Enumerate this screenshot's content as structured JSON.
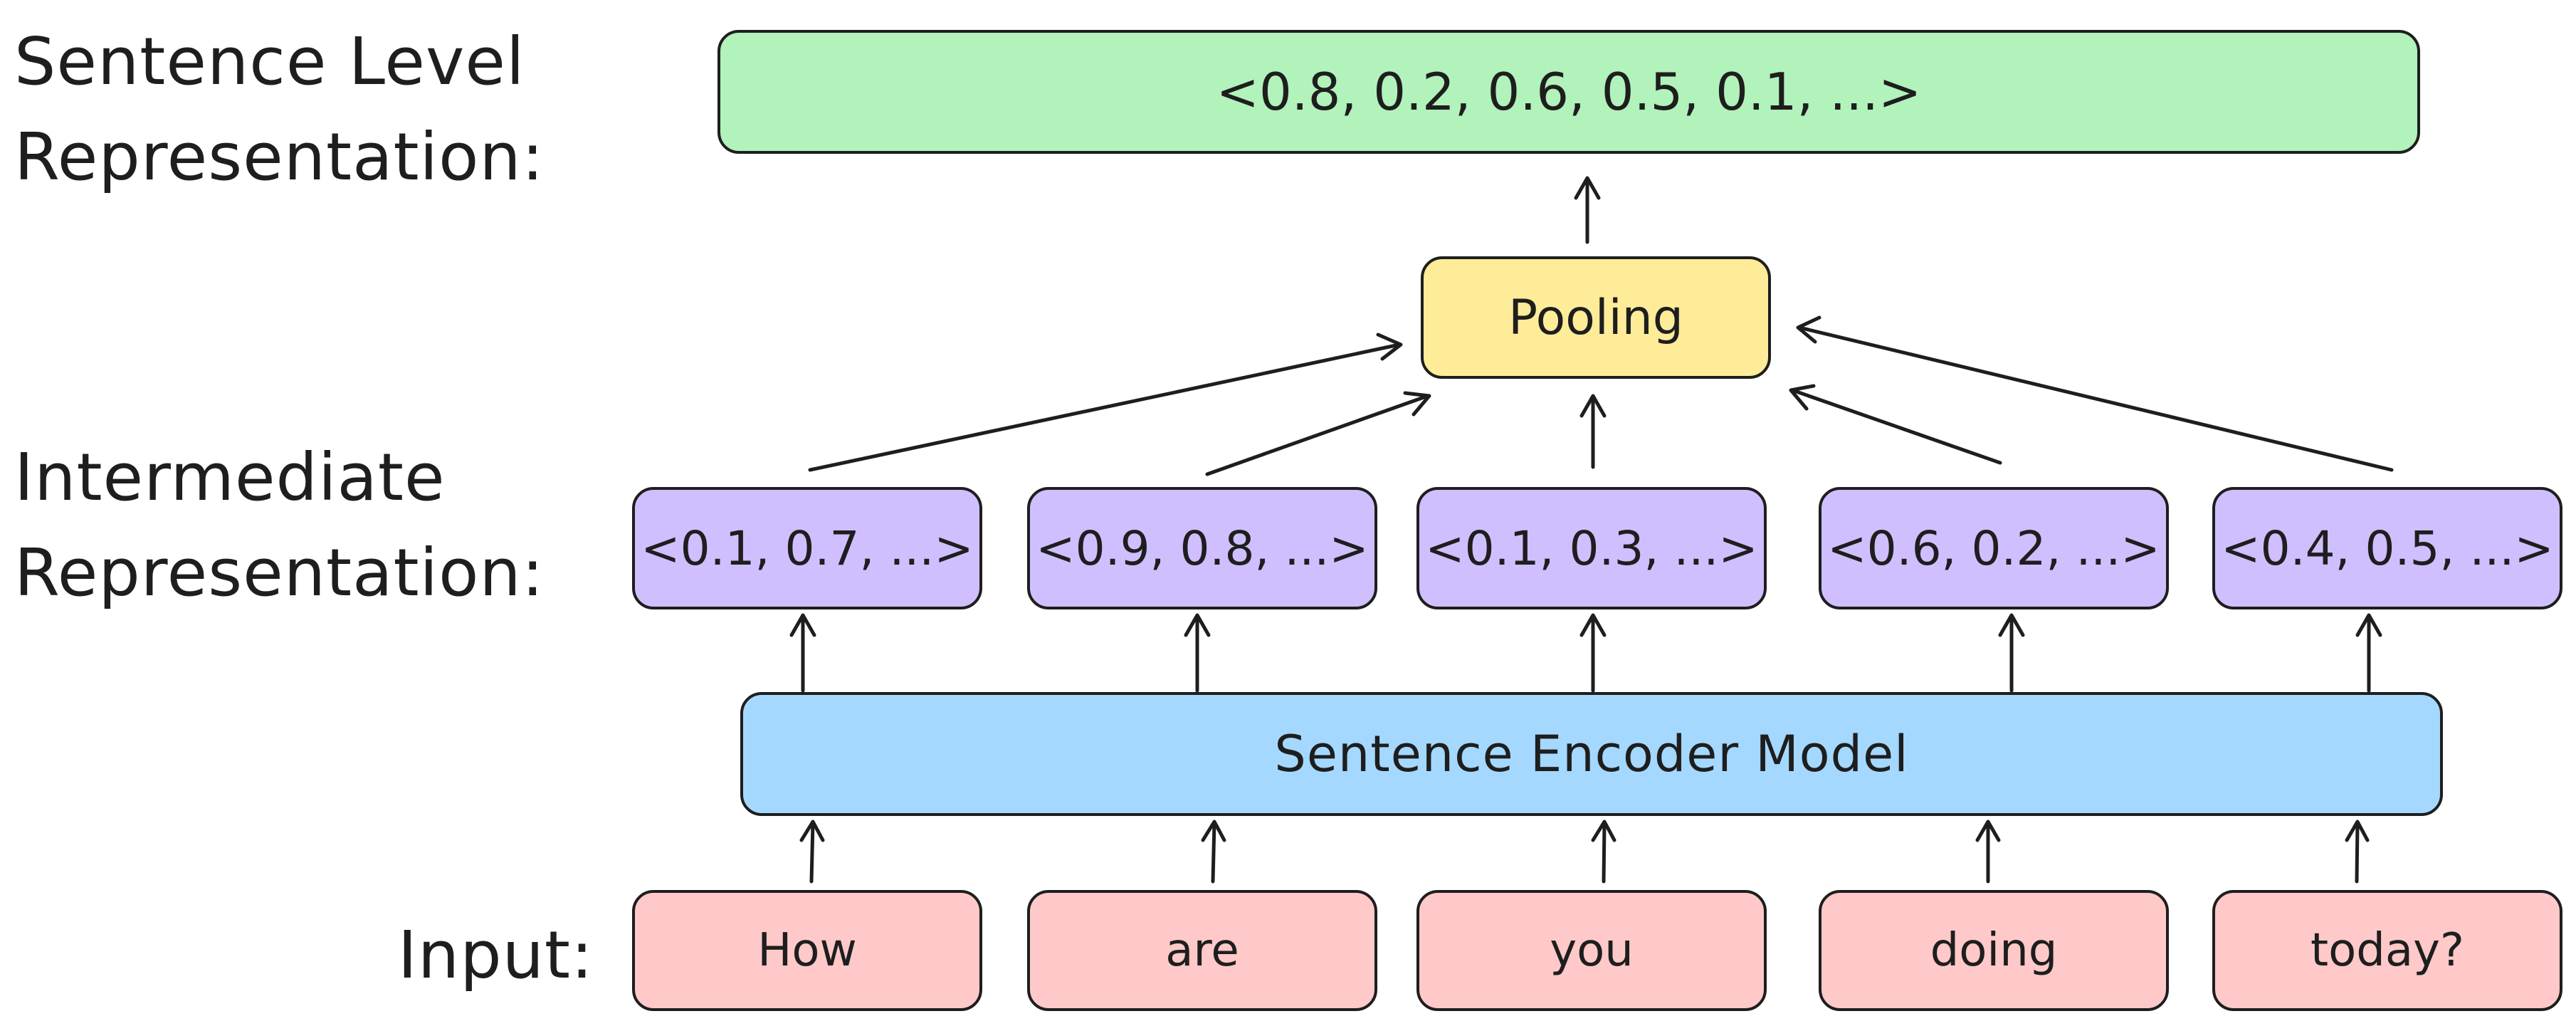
{
  "labels": {
    "sentence_level": [
      "Sentence Level",
      "Representation:"
    ],
    "intermediate": [
      "Intermediate",
      "Representation:"
    ],
    "input": "Input:"
  },
  "sentence_representation": "<0.8, 0.2, 0.6, 0.5, 0.1, ...>",
  "pooling": "Pooling",
  "encoder": "Sentence Encoder Model",
  "intermediate_vectors": [
    "<0.1, 0.7, ...>",
    "<0.9, 0.8, ...>",
    "<0.1, 0.3, ...>",
    "<0.6, 0.2, ...>",
    "<0.4, 0.5, ...>"
  ],
  "input_tokens": [
    "How",
    "are",
    "you",
    "doing",
    "today?"
  ],
  "colors": {
    "sentence_fill": "#b2f2bb",
    "pooling_fill": "#ffec99",
    "intermediate_fill": "#d0bfff",
    "encoder_fill": "#a5d8ff",
    "input_fill": "#ffc9c9",
    "stroke": "#1e1e1e"
  }
}
